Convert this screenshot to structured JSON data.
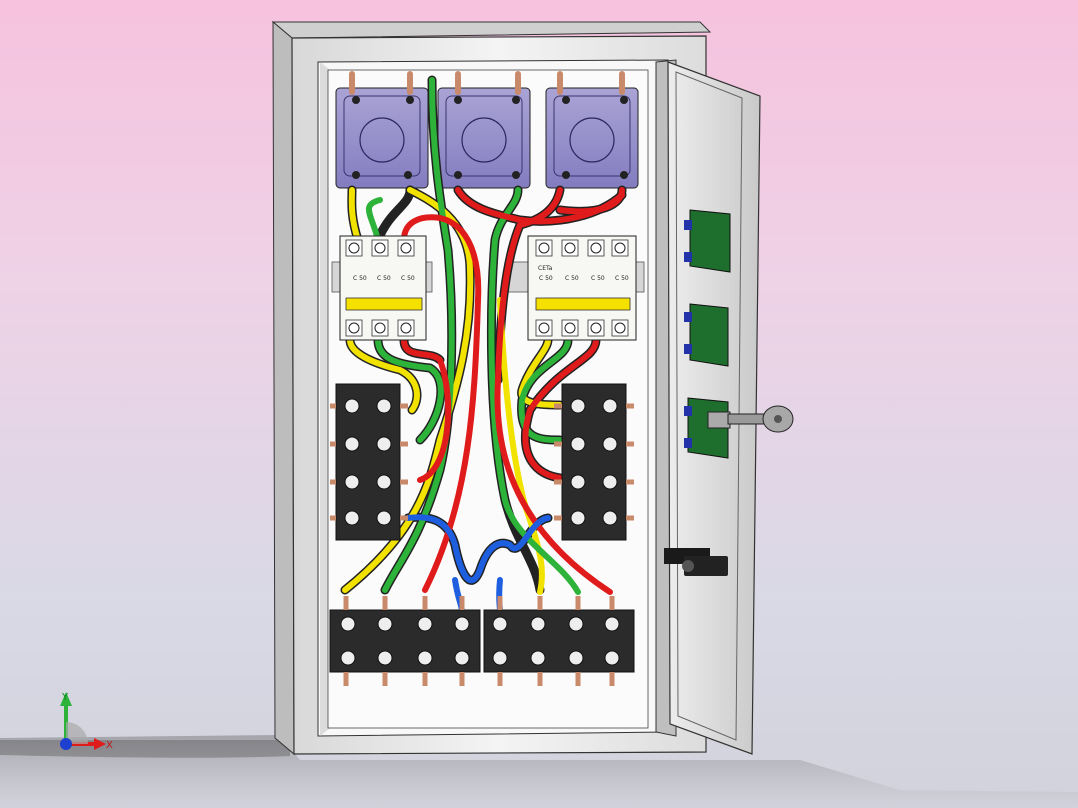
{
  "breaker_left": {
    "cells": [
      "C 50",
      "C 50",
      "C 50"
    ]
  },
  "breaker_right": {
    "brand": "CETa",
    "cells": [
      "C 50",
      "C 50",
      "C 50",
      "C 50"
    ]
  },
  "triad": {
    "y": "Y",
    "x": "X"
  },
  "colors": {
    "background_top": "#f6c2de",
    "background_bottom": "#d2d2dc",
    "cabinet": "#ececec",
    "wire_yellow": "#f2e200",
    "wire_green": "#2db23a",
    "wire_red": "#e01b1b",
    "wire_blue": "#1e5fe0",
    "terminal": "#2a2a2a",
    "door_button": "#1e6e2e"
  },
  "icons": [
    "key-icon",
    "lock-icon",
    "axis-triad-icon"
  ]
}
